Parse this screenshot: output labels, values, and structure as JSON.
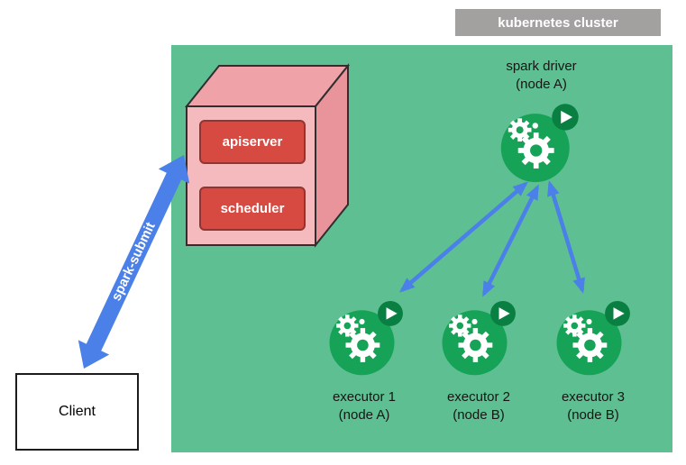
{
  "cluster_label": "kubernetes cluster",
  "control_plane": {
    "items": [
      {
        "label": "apiserver"
      },
      {
        "label": "scheduler"
      }
    ]
  },
  "driver": {
    "label": "spark driver\n(node A)"
  },
  "executors": [
    {
      "label": "executor 1\n(node A)"
    },
    {
      "label": "executor 2\n(node B)"
    },
    {
      "label": "executor 3\n(node B)"
    }
  ],
  "spark_submit_label": "spark-submit",
  "client_label": "Client",
  "icons": {
    "driver": "spark-pod-gears-play-icon",
    "executor": "spark-pod-gears-play-icon"
  },
  "colors": {
    "cluster_bg": "#5ec092",
    "cluster_label_bg": "#a3a0a0",
    "arrow_blue": "#4a80e8",
    "box_red": "#d74a42",
    "cube_front_pink": "#f5babd",
    "cube_top_pink": "#efa2a8",
    "cube_side_pink": "#e9939b",
    "icon_green": "#17a357",
    "icon_badge_green": "#0a7f42"
  }
}
